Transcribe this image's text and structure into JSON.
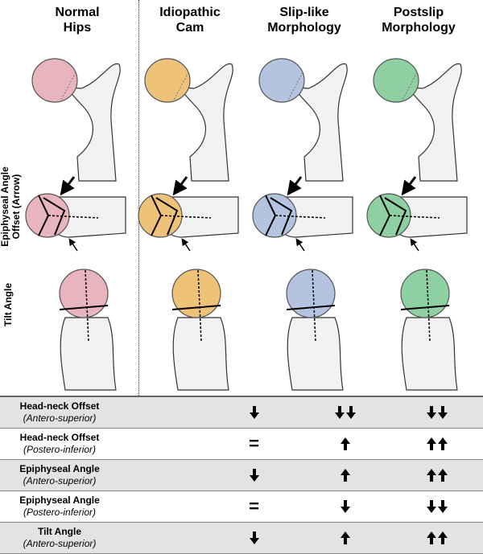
{
  "columns": [
    {
      "line1": "Normal",
      "line2": "Hips"
    },
    {
      "line1": "Idiopathic",
      "line2": "Cam"
    },
    {
      "line1": "Slip-like",
      "line2": "Morphology"
    },
    {
      "line1": "Postslip",
      "line2": "Morphology"
    }
  ],
  "row_labels": {
    "epiphyseal_line1": "Epiphyseal Angle",
    "epiphyseal_line2": "Offset (Arrow)",
    "tilt": "Tilt Angle"
  },
  "head_colors": [
    "#e8b4bd",
    "#efc27a",
    "#b3c3e0",
    "#8fd0a2"
  ],
  "summary": [
    {
      "measure": "Head-neck Offset",
      "region": "(Antero-superior)",
      "shaded": true,
      "idiopathic": "down",
      "sliplike": "double-down",
      "postslip": "double-down"
    },
    {
      "measure": "Head-neck Offset",
      "region": "(Postero-inferior)",
      "shaded": false,
      "idiopathic": "equal",
      "sliplike": "up",
      "postslip": "double-up"
    },
    {
      "measure": "Epiphyseal Angle",
      "region": "(Antero-superior)",
      "shaded": true,
      "idiopathic": "down",
      "sliplike": "up",
      "postslip": "double-up"
    },
    {
      "measure": "Epiphyseal Angle",
      "region": "(Postero-inferior)",
      "shaded": false,
      "idiopathic": "equal",
      "sliplike": "down",
      "postslip": "double-down"
    },
    {
      "measure": "Tilt Angle",
      "region": "(Antero-superior)",
      "shaded": true,
      "idiopathic": "down",
      "sliplike": "up",
      "postslip": "double-up"
    }
  ]
}
